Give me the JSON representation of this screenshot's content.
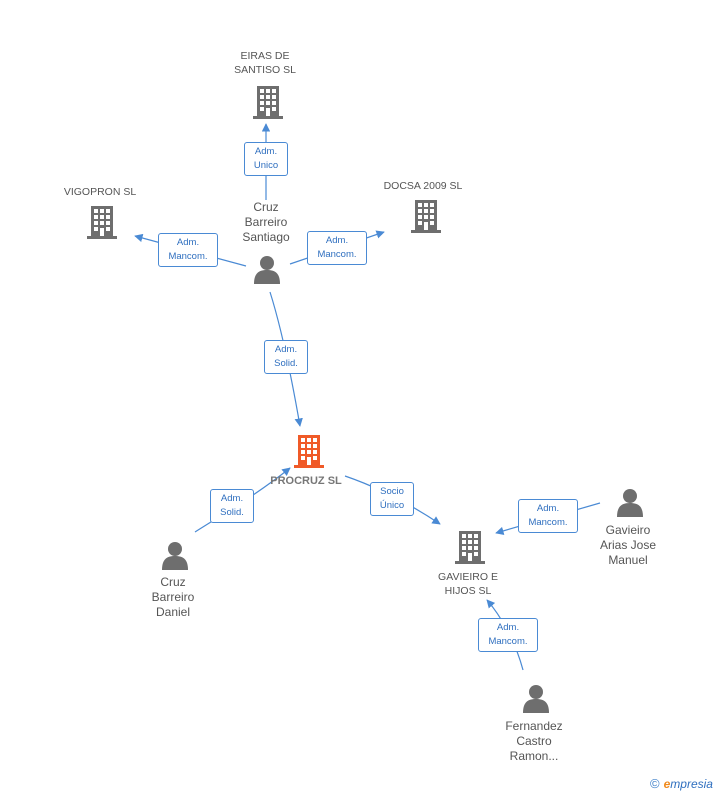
{
  "nodes": {
    "eiras": {
      "label": "EIRAS DE\nSANTISO SL"
    },
    "vigopron": {
      "label": "VIGOPRON SL"
    },
    "docsa": {
      "label": "DOCSA 2009 SL"
    },
    "cruz_santiago": {
      "label": "Cruz\nBarreiro\nSantiago"
    },
    "procruz": {
      "label": "PROCRUZ SL"
    },
    "cruz_daniel": {
      "label": "Cruz\nBarreiro\nDaniel"
    },
    "gavieiro_hijos": {
      "label": "GAVIEIRO E\nHIJOS SL"
    },
    "gavieiro_arias": {
      "label": "Gavieiro\nArias Jose\nManuel"
    },
    "fernandez": {
      "label": "Fernandez\nCastro\nRamon..."
    }
  },
  "edges": {
    "e1": {
      "l1": "Adm.",
      "l2": "Unico"
    },
    "e2": {
      "l1": "Adm.",
      "l2": "Mancom."
    },
    "e3": {
      "l1": "Adm.",
      "l2": "Mancom."
    },
    "e4": {
      "l1": "Adm.",
      "l2": "Solid."
    },
    "e5": {
      "l1": "Adm.",
      "l2": "Solid."
    },
    "e6": {
      "l1": "Socio",
      "l2": "Único"
    },
    "e7": {
      "l1": "Adm.",
      "l2": "Mancom."
    },
    "e8": {
      "l1": "Adm.",
      "l2": "Mancom."
    }
  },
  "footer": {
    "copyright": "©",
    "brand_e": "e",
    "brand_rest": "mpresia"
  },
  "colors": {
    "company": "#6e6e6e",
    "main_company": "#f05a28",
    "person": "#6e6e6e",
    "edge": "#4a8ad4"
  }
}
